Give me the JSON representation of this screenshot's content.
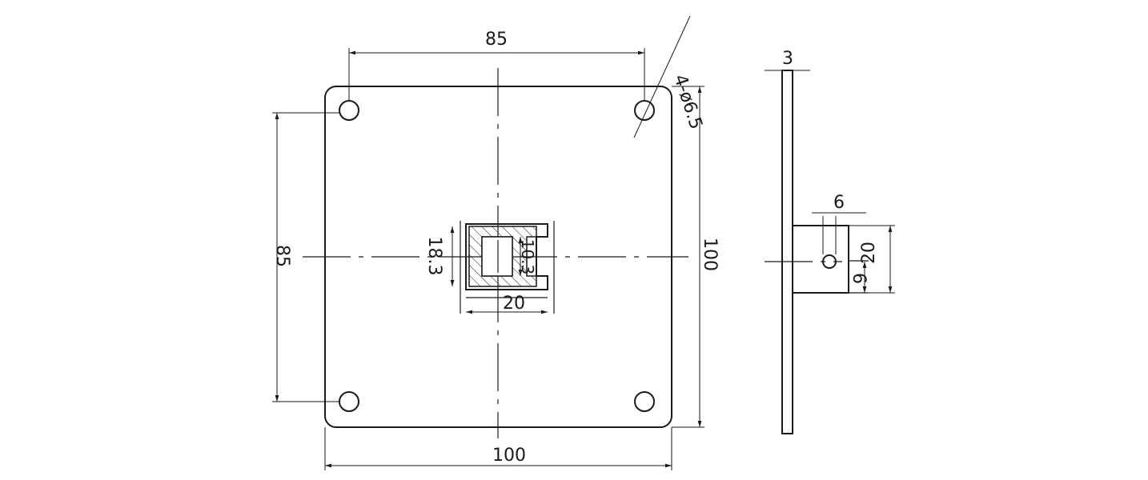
{
  "front_view": {
    "dim_top_hole_spacing": "85",
    "dim_hole_callout": "4-ø6.5",
    "dim_left_hole_spacing": "85",
    "dim_plate_height": "100",
    "dim_plate_width": "100",
    "dim_slot_height": "18.3",
    "dim_slot_inner": "10.3",
    "dim_slot_width": "20"
  },
  "side_view": {
    "dim_thickness": "3",
    "dim_hole_dia": "6",
    "dim_tab_height": "20",
    "dim_hole_offset": "6"
  }
}
